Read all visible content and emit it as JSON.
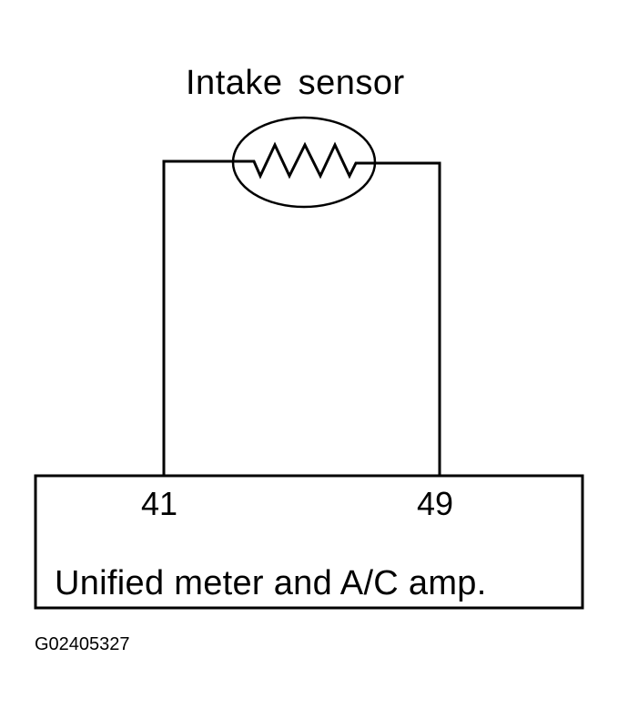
{
  "sensor": {
    "label": "Intake sensor",
    "symbol": "thermistor-resistor-icon"
  },
  "unit": {
    "name": "Unified meter and A/C amp.",
    "pins": [
      "41",
      "49"
    ]
  },
  "figure_id": "G02405327",
  "colors": {
    "line": "#000000",
    "background": "#ffffff"
  }
}
